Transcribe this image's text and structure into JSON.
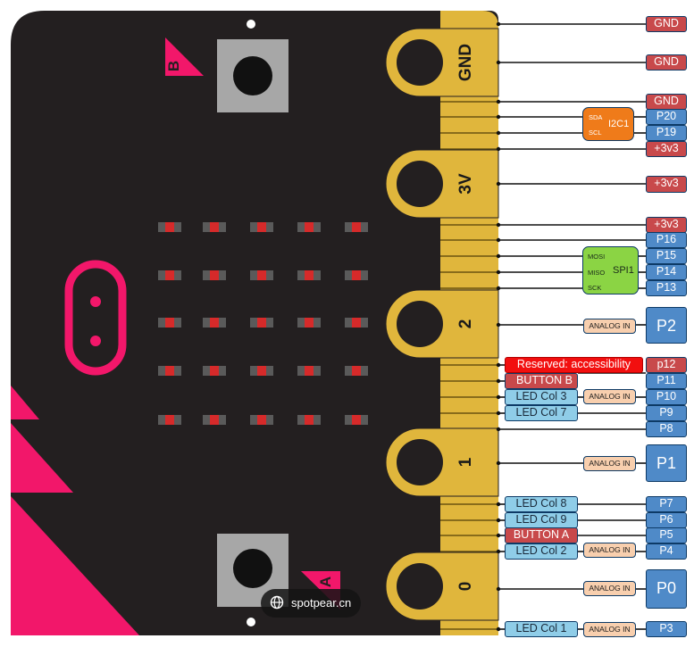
{
  "board": {
    "button_b_letter": "B",
    "button_a_letter": "A",
    "big_pads": [
      "GND",
      "3V",
      "2",
      "1",
      "0"
    ]
  },
  "labels": {
    "gnd_top": "GND",
    "gnd_pad": "GND",
    "gnd_3": "GND",
    "p20": "P20",
    "p19": "P19",
    "v33_a": "+3v3",
    "v33_pad": "+3v3",
    "v33_b": "+3v3",
    "p16": "P16",
    "p15": "P15",
    "p14": "P14",
    "p13": "P13",
    "p2": "P2",
    "p12": "p12",
    "p11": "P11",
    "p10": "P10",
    "p9": "P9",
    "p8": "P8",
    "p1": "P1",
    "p7": "P7",
    "p6": "P6",
    "p5": "P5",
    "p4": "P4",
    "p0": "P0",
    "p3": "P3"
  },
  "functions": {
    "reserved": "Reserved: accessibility",
    "button_b": "BUTTON B",
    "led_col_3": "LED Col 3",
    "led_col_7": "LED Col 7",
    "led_col_8": "LED Col 8",
    "led_col_9": "LED Col 9",
    "button_a": "BUTTON A",
    "led_col_2": "LED Col 2",
    "led_col_1": "LED Col 1"
  },
  "analog": {
    "p2": "ANALOG IN",
    "p10": "ANALOG IN",
    "p1": "ANALOG IN",
    "p4": "ANALOG IN",
    "p0": "ANALOG IN",
    "p3": "ANALOG IN"
  },
  "buses": {
    "i2c": {
      "name": "I2C1",
      "sda": "SDA",
      "scl": "SCL"
    },
    "spi": {
      "name": "SPI1",
      "mosi": "MOSI",
      "miso": "MISO",
      "sck": "SCK"
    }
  },
  "watermark": "spotpear.cn",
  "colors": {
    "board": "#231f20",
    "gold": "#e0b63c",
    "accent": "#f2176a",
    "led": "#d62a2a",
    "power": "#c8494b",
    "pin": "#4f8ac8",
    "led_function": "#8fcde8",
    "analog": "#f8cfae",
    "i2c": "#ef7b1a",
    "spi": "#8bd444"
  }
}
